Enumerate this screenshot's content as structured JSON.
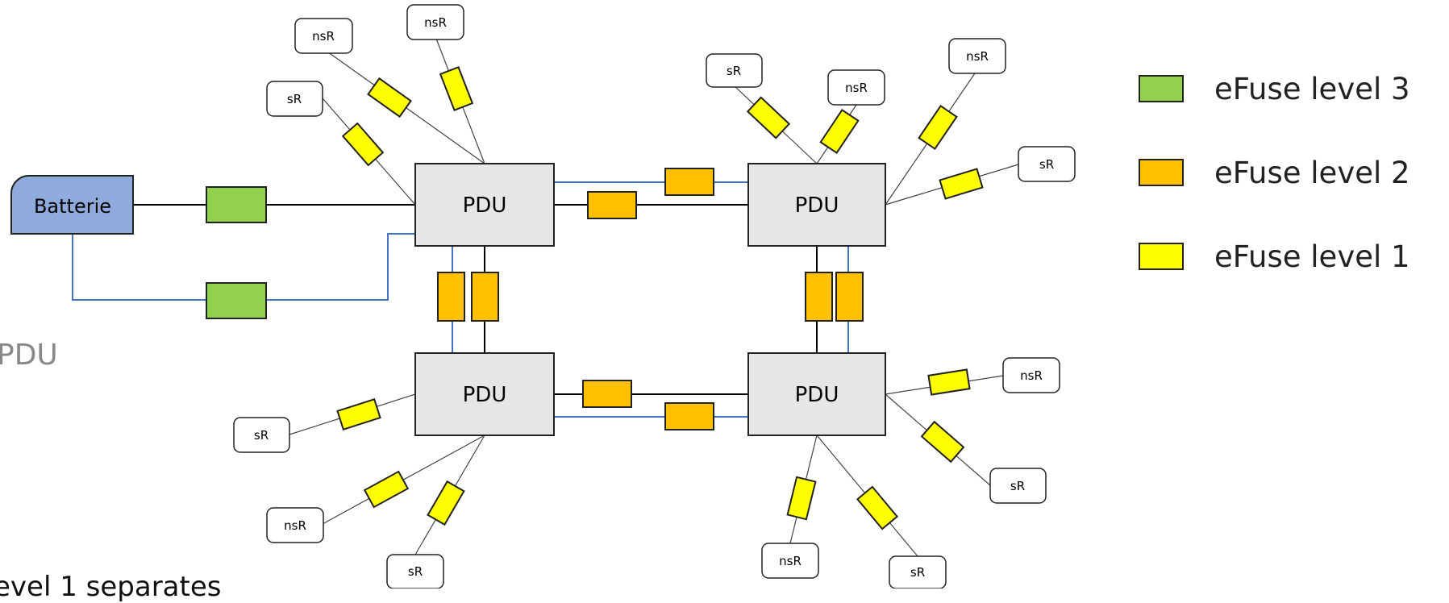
{
  "nodes": {
    "battery": "Batterie",
    "pdu_top_left": "PDU",
    "pdu_top_right": "PDU",
    "pdu_bottom_left": "PDU",
    "pdu_bottom_right": "PDU",
    "tl_sr_1": "sR",
    "tl_nsr_1": "nsR",
    "tl_nsr_2": "nsR",
    "tr_sr_1": "sR",
    "tr_nsr_1": "nsR",
    "tr_nsr_2": "nsR",
    "tr_sr_2": "sR",
    "bl_sr_1": "sR",
    "bl_nsr_1": "nsR",
    "bl_sr_2": "sR",
    "br_nsr_1": "nsR",
    "br_sr_1": "sR",
    "br_nsr_2": "nsR",
    "br_sr_2": "sR"
  },
  "legend": [
    {
      "label": "eFuse level 3",
      "color": "#92d050"
    },
    {
      "label": "eFuse level 2",
      "color": "#ffc000"
    },
    {
      "label": "eFuse level 1",
      "color": "#ffff00"
    }
  ],
  "side_text": {
    "left_label": "PDU",
    "bottom_fragment": "evel 1 separates"
  },
  "colors": {
    "battery_fill": "#8faadc",
    "pdu_fill": "#e6e6e6",
    "level3": "#92d050",
    "level2": "#ffc000",
    "level1": "#ffff00",
    "redundant_line": "#4472c4",
    "main_line": "#000000"
  }
}
